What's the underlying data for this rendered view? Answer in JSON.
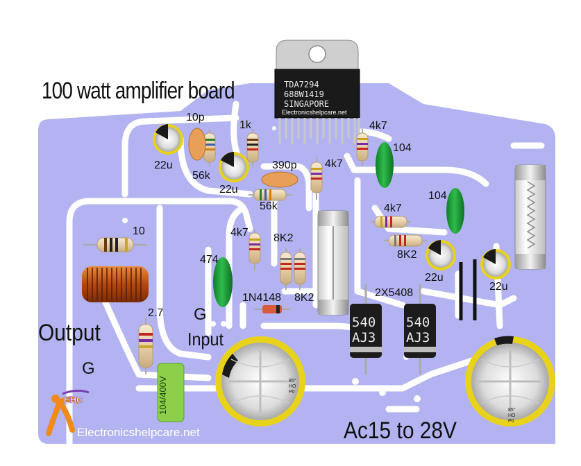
{
  "title": "100 watt amplifier board",
  "ic": {
    "part": "TDA7294",
    "code": "688W1419",
    "origin": "SINGAPORE",
    "site": "Electronicshelpcare.net"
  },
  "component_labels": {
    "c_22u_top_left": "22u",
    "c_10p": "10p",
    "r_56k_upper": "56k",
    "r_1k": "1k",
    "c_22u_mid": "22u",
    "c_390p": "390p",
    "r_56k_lower": "56k",
    "r_4k7_ic": "4k7",
    "r_4k7_right": "4k7",
    "c_104_upper": "104",
    "c_104_lower": "104",
    "r_4k7_mid_right": "4k7",
    "r_8k2_right": "8K2",
    "c_22u_right_a": "22u",
    "c_22u_right_b": "22u",
    "r_10": "10",
    "r_4k7_left": "4k7",
    "r_8k2_upper": "8K2",
    "c_474": "474",
    "d_1n4148": "1N4148",
    "r_8k2_lower": "8K2",
    "d_2x5408": "2X5408",
    "r_2_7": "2.7",
    "c_104_400v": "104/400V"
  },
  "diode_marking": {
    "line1": "540",
    "line2": "AJ3"
  },
  "cap_marking_left": "85° HO P0",
  "cap_marking_right": "85° HO P0",
  "io_labels": {
    "output": "Output",
    "output_ground": "G",
    "input_ground": "G",
    "input": "Input",
    "supply": "Ac15 to 28V"
  },
  "logo": {
    "mark": "EHC",
    "site": "Electronicshelpcare.net"
  },
  "colors": {
    "board": "#b3b3f2",
    "trace_gap": "#ffffff",
    "cap_green": "#1f9e3a",
    "cap_sleeve_yellow": "#e8d21a",
    "inductor_copper": "#c25a1a",
    "ic_body": "#1a1a1a",
    "ic_tab": "#d0d0d0",
    "logo_orange": "#f08a1a"
  }
}
